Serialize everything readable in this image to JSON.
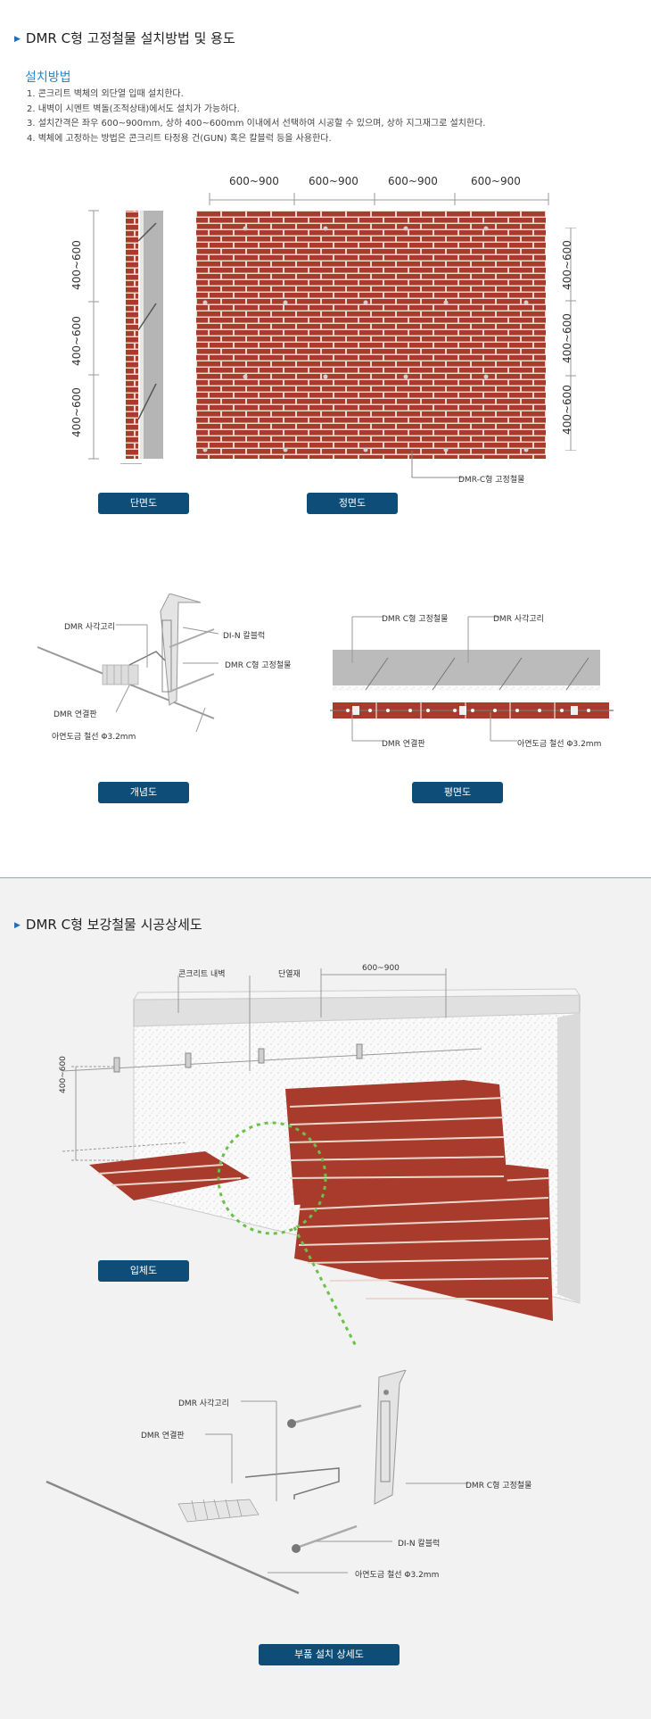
{
  "section1": {
    "title": "DMR C형 고정철물 설치방법 및 용도",
    "subtitle": "설치방법",
    "steps": [
      "1. 콘크리트 벽체의 외단열 입때 설치한다.",
      "2. 내벽이 시멘트 벽돌(조적상태)에서도 설치가 가능하다.",
      "3. 설치간격은 좌우 600~900mm, 상하 400~600mm 이내에서 선택하여 시공할 수 있으며, 상하 지그재그로 설치한다.",
      "4. 벽체에 고정하는 방법은 콘크리트 타정용 건(GUN) 혹은 칼블럭 등을 사용한다."
    ],
    "h_dims": [
      "600~900",
      "600~900",
      "600~900",
      "600~900"
    ],
    "v_dims_left": [
      "400~600",
      "400~600",
      "400~600"
    ],
    "v_dims_right": [
      "400~600",
      "400~600",
      "400~600"
    ],
    "front_callout": "DMR-C형 고정철물",
    "btn_section": "단면도",
    "btn_front": "정면도"
  },
  "concept": {
    "labels": {
      "square_ring": "DMR 사각고리",
      "din": "DI-N 칼블럭",
      "c_fixture": "DMR C형 고정철물",
      "connector": "DMR 연결판",
      "wire": "아연도금 철선 Φ3.2mm"
    },
    "btn": "개념도"
  },
  "plan": {
    "labels": {
      "c_fixture": "DMR C형 고정철물",
      "square_ring": "DMR 사각고리",
      "connector": "DMR 연결판",
      "wire": "아연도금 철선 Φ3.2mm"
    },
    "btn": "평면도"
  },
  "section2": {
    "title": "DMR C형 보강철물 시공상세도",
    "labels": {
      "inner_wall": "콘크리트 내벽",
      "insulation": "단열재",
      "h_dim": "600~900",
      "v_dim": "400~600"
    },
    "btn_iso": "입체도"
  },
  "parts": {
    "labels": {
      "square_ring": "DMR 사각고리",
      "connector": "DMR 연결판",
      "c_fixture": "DMR C형 고정철물",
      "din": "DI-N 칼블럭",
      "wire": "아연도금 철선 Φ3.2mm"
    },
    "btn": "부품 설치 상세도"
  },
  "colors": {
    "brick": "#a83b2b",
    "mortar": "#e8d6cc",
    "accent": "#0e4d78",
    "title_blue": "#2a86c7"
  }
}
